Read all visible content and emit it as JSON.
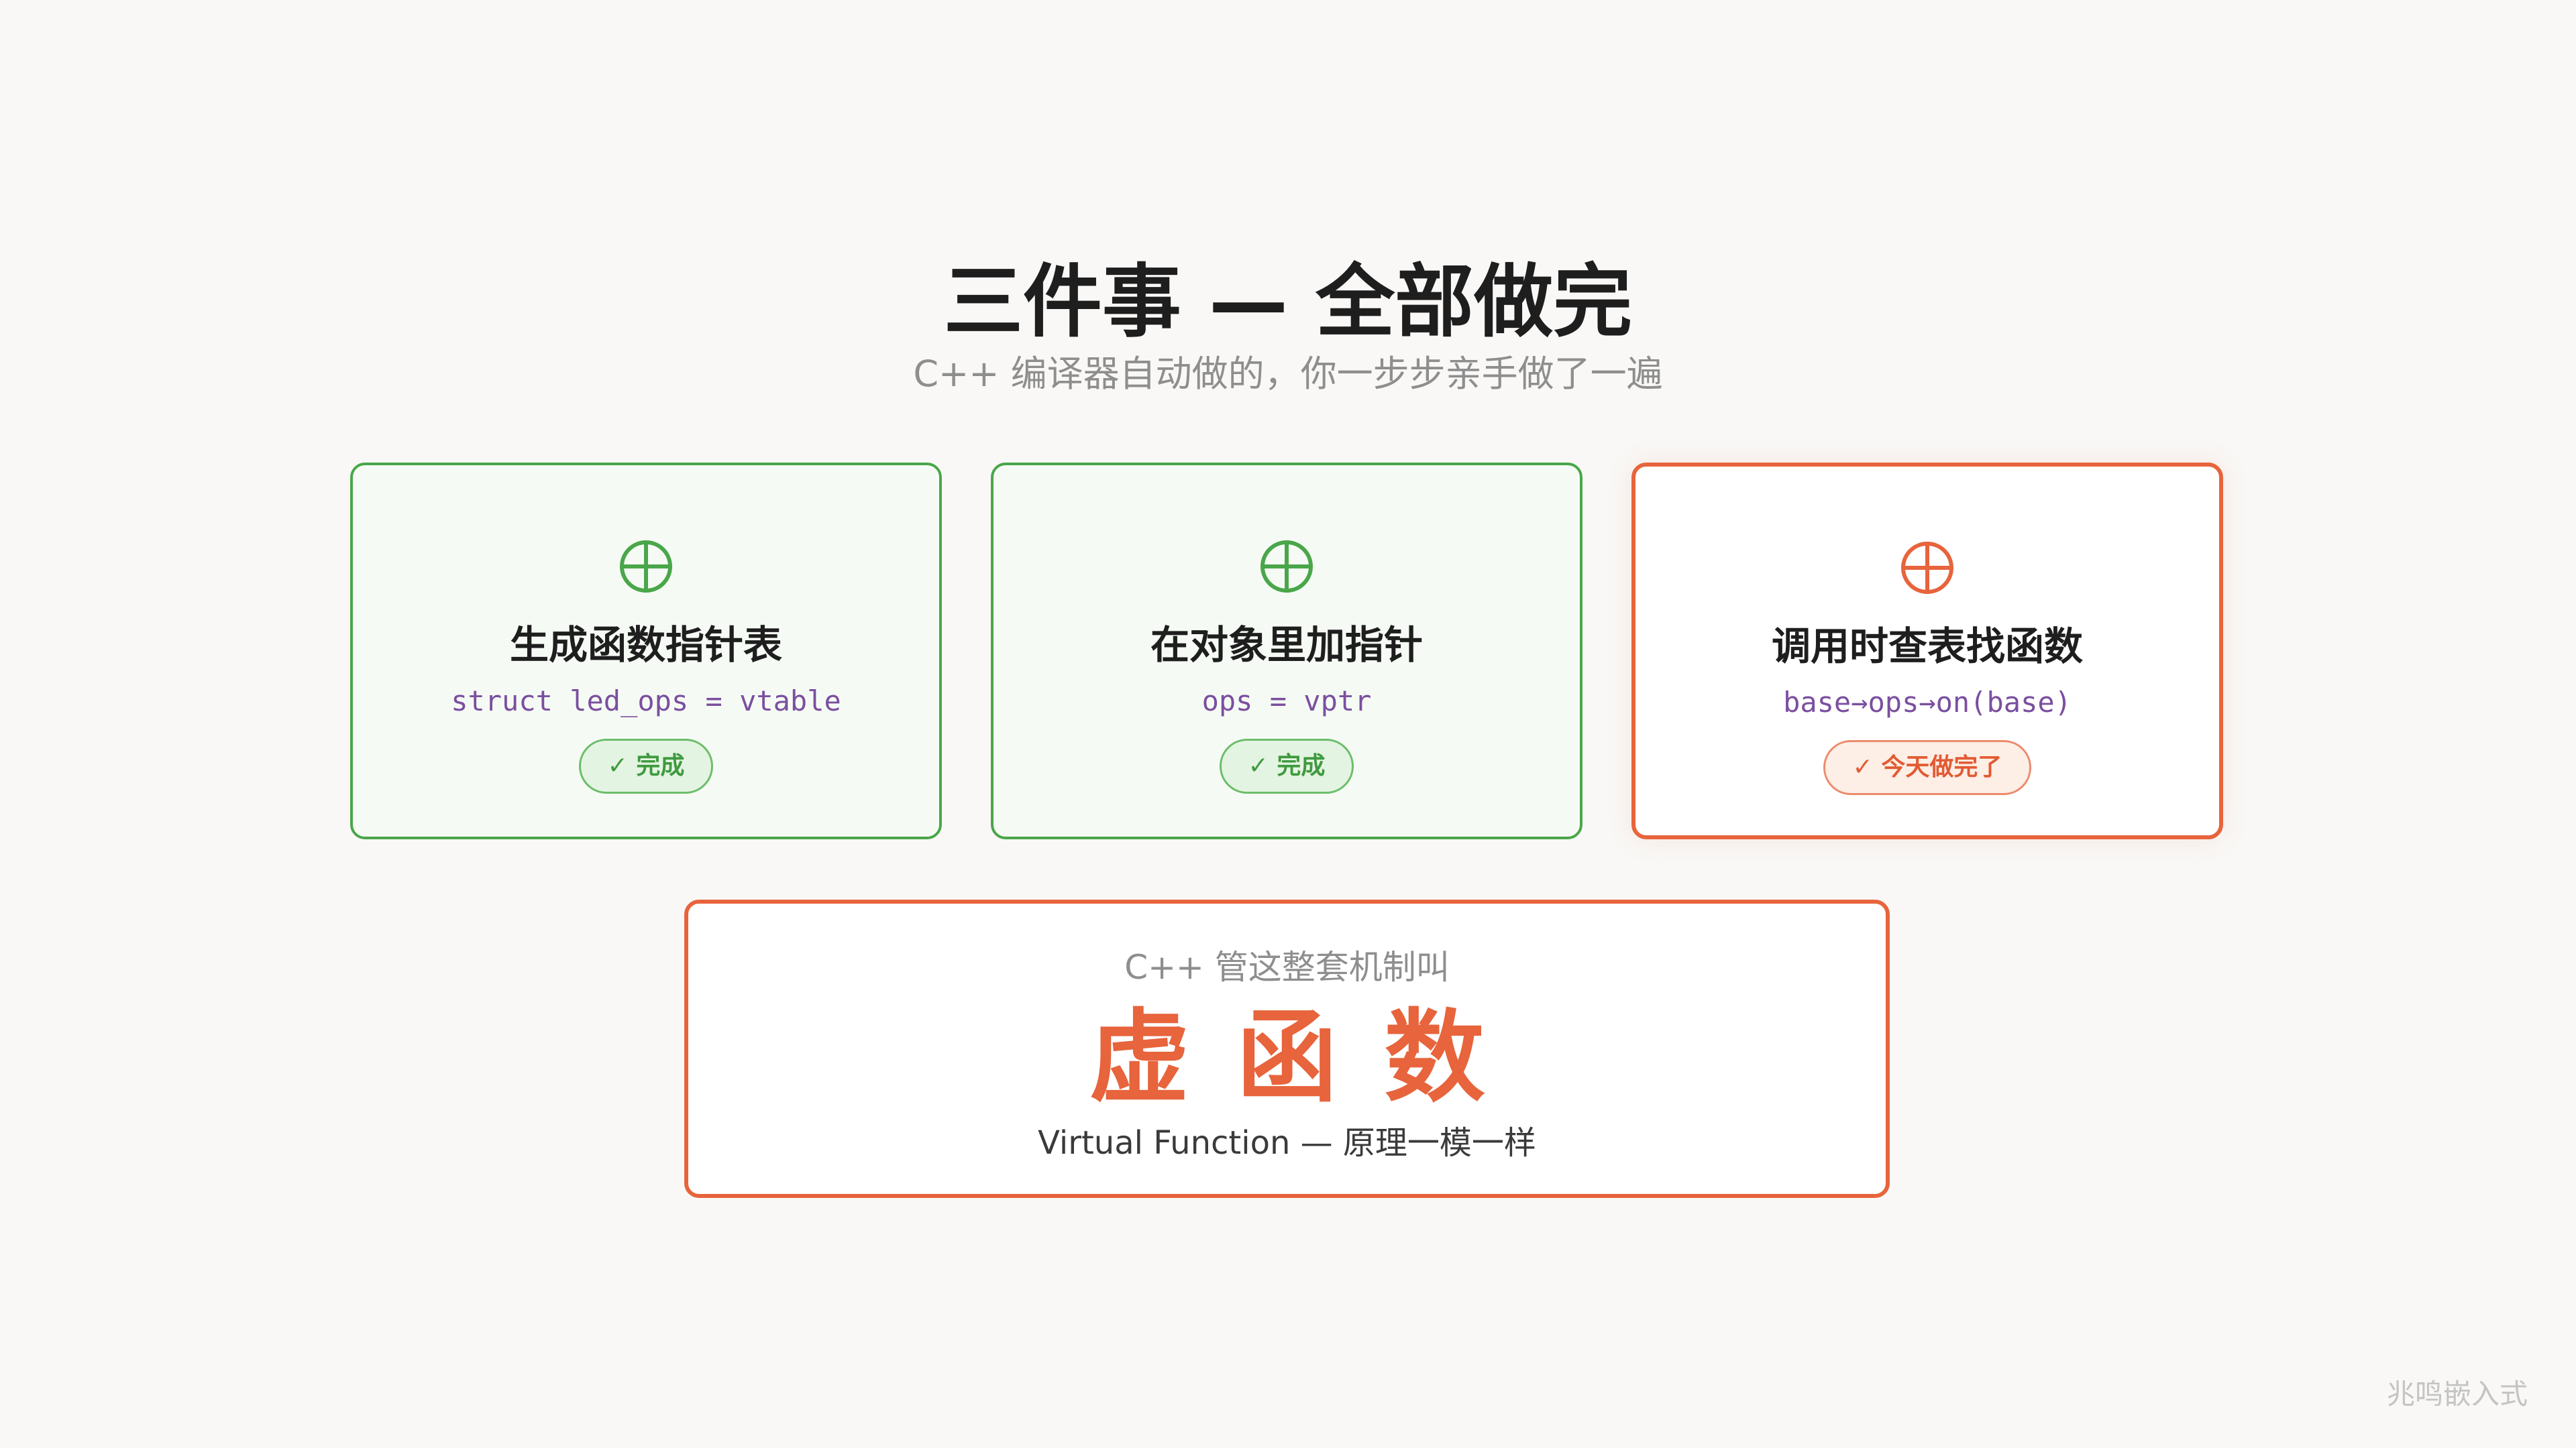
{
  "header": {
    "title": "三件事 — 全部做完",
    "subtitle": "C++ 编译器自动做的，你一步步亲手做了一遍"
  },
  "cards": [
    {
      "icon": "crosshair-icon",
      "title": "生成函数指针表",
      "code": "struct led_ops = vtable",
      "badge": "✓ 完成",
      "status": "done"
    },
    {
      "icon": "crosshair-icon",
      "title": "在对象里加指针",
      "code": "ops = vptr",
      "badge": "✓ 完成",
      "status": "done"
    },
    {
      "icon": "crosshair-icon",
      "title": "调用时查表找函数",
      "code": "base→ops→on(base)",
      "badge": "✓ 今天做完了",
      "status": "today"
    }
  ],
  "summary": {
    "lead": "C++ 管这整套机制叫",
    "term": "虚函数",
    "description": "Virtual Function — 原理一模一样"
  },
  "watermark": "兆鸣嵌入式",
  "colors": {
    "done_green": "#4aa64a",
    "accent_orange": "#e7643c",
    "code_purple": "#7b4fa0",
    "background": "#f9f8f6"
  }
}
